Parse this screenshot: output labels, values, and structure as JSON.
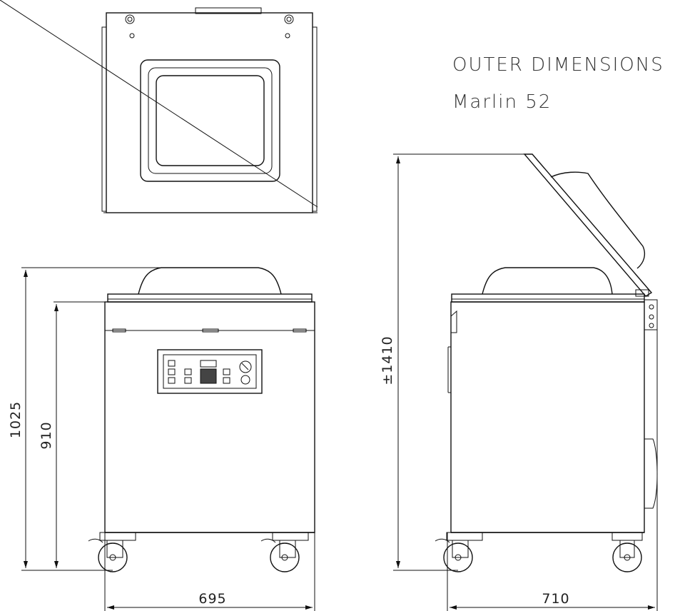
{
  "title": "OUTER DIMENSIONS",
  "model": "Marlin 52",
  "dimensions": {
    "front_total_height": "1025",
    "front_body_height": "910",
    "front_width": "695",
    "side_height_open": "±1410",
    "side_depth": "710"
  }
}
